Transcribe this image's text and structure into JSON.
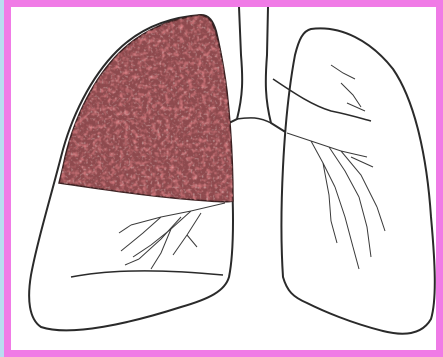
{
  "figure": {
    "subject": "lungs",
    "labels": [],
    "colors": {
      "page_background": "#b9dcf0",
      "frame_border": "#f07be6",
      "canvas": "#ffffff",
      "outline": "#2a2a2a",
      "affected_lobe_base": "#8e4a4e",
      "affected_lobe_spots": "#c23a3f",
      "affected_lobe_light": "#b58a88"
    },
    "regions": [
      {
        "name": "right-upper-lobe",
        "highlighted": true
      },
      {
        "name": "right-lower-lobe",
        "highlighted": false
      },
      {
        "name": "left-upper-lobe",
        "highlighted": false
      },
      {
        "name": "left-lower-lobe",
        "highlighted": false
      },
      {
        "name": "trachea",
        "highlighted": false
      }
    ]
  }
}
